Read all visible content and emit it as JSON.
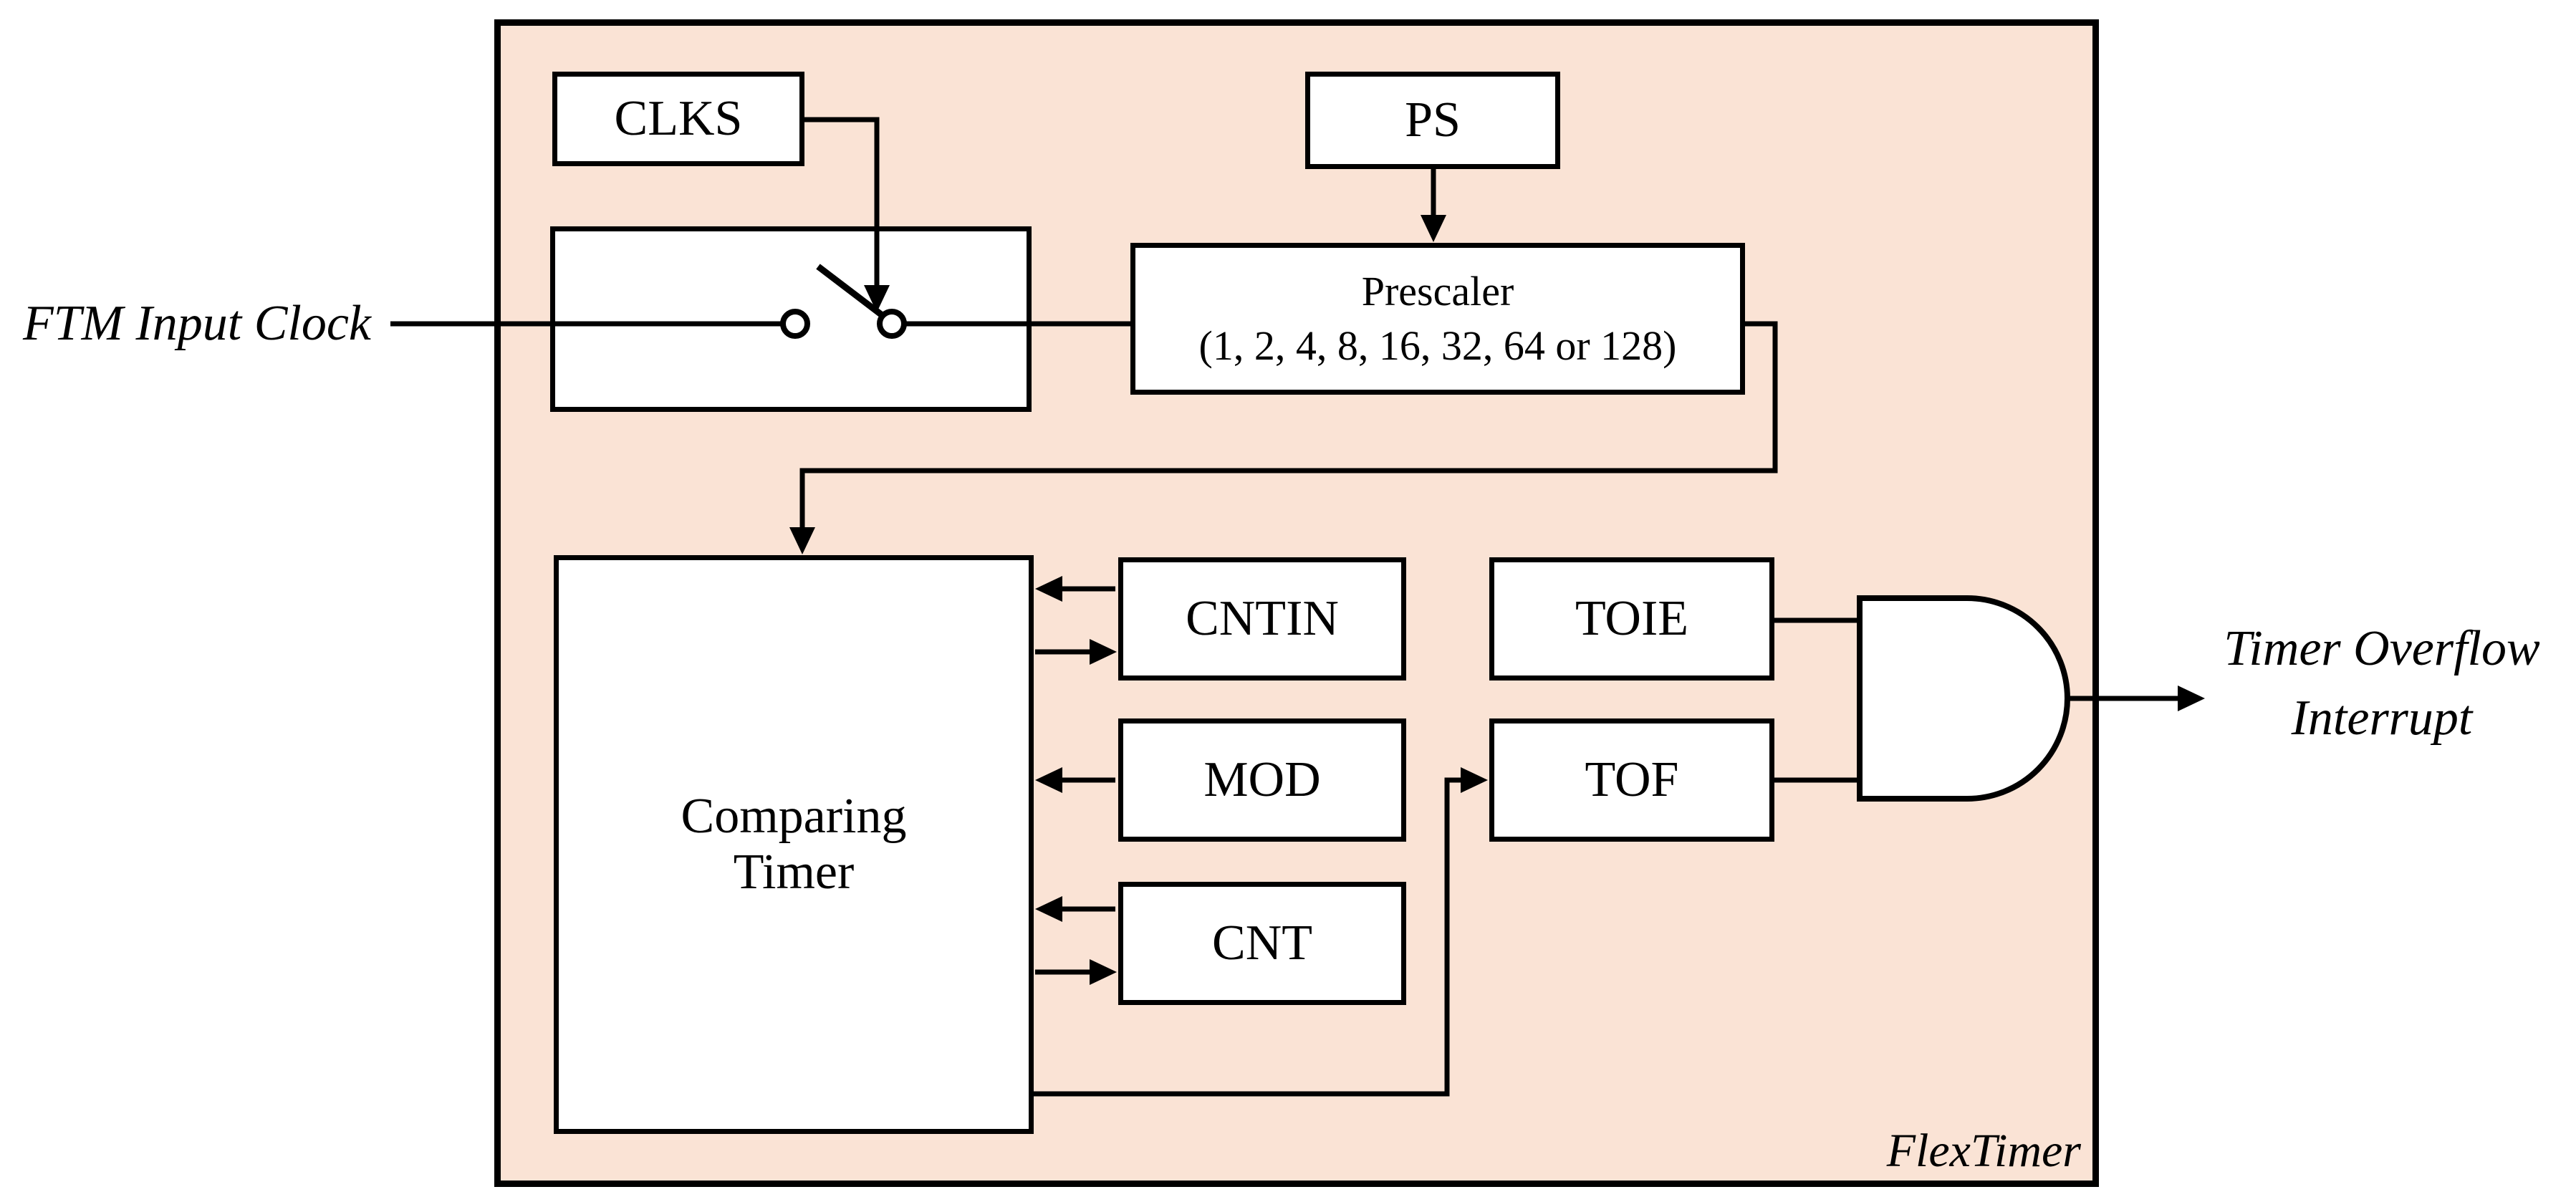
{
  "diagram": {
    "title_label": "FlexTimer",
    "input_label": "FTM Input Clock",
    "output_label": {
      "line1": "Timer Overflow",
      "line2": "Interrupt"
    },
    "blocks": {
      "clks": "CLKS",
      "ps": "PS",
      "prescaler": {
        "line1": "Prescaler",
        "line2": "(1, 2, 4, 8, 16, 32, 64 or 128)"
      },
      "comparing_timer": {
        "line1": "Comparing",
        "line2": "Timer"
      },
      "cntin": "CNTIN",
      "mod": "MOD",
      "cnt": "CNT",
      "toie": "TOIE",
      "tof": "TOF"
    },
    "icons": {
      "switch": "open-switch-icon",
      "and_gate": "and-gate-icon"
    },
    "colors": {
      "container_fill": "#fae3d5",
      "block_fill": "#ffffff",
      "line": "#000000"
    }
  }
}
